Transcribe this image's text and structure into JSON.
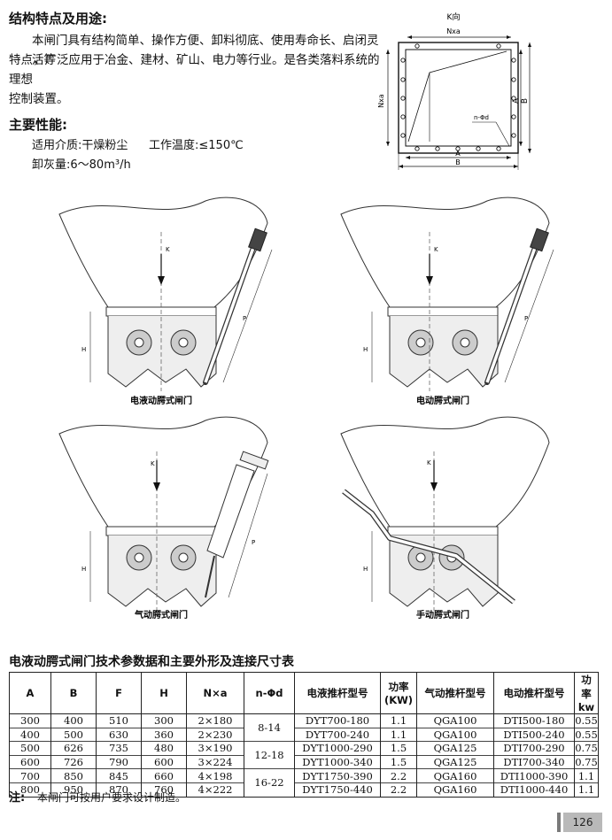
{
  "section1": {
    "title": "结构特点及用途:",
    "lines": [
      "本闸门具有结构简单、操作方便、卸料彻底、使用寿命长、启闭灵活等",
      "特点，广泛应用于冶金、建材、矿山、电力等行业。是各类落料系统的理想",
      "控制装置。"
    ]
  },
  "section2": {
    "title": "主要性能:",
    "medium": "适用介质:干燥粉尘",
    "temperature": "工作温度:≤150℃",
    "discharge": "卸灰量:6～80m³/h"
  },
  "topview": {
    "k_label": "K向",
    "nxa_top": "Nxa",
    "nxa_left": "Nxa",
    "a_right": "A",
    "b_right": "B",
    "a_bottom": "A",
    "b_bottom": "B",
    "hole_label": "n-Φd"
  },
  "diagrams": [
    {
      "caption": "电液动腭式闸门",
      "k": "K",
      "h": "H",
      "p": "P"
    },
    {
      "caption": "电动腭式闸门",
      "k": "K",
      "h": "H",
      "p": "P"
    },
    {
      "caption": "气动腭式闸门",
      "k": "K",
      "h": "H",
      "p": "P"
    },
    {
      "caption": "手动腭式闸门",
      "k": "K",
      "h": "H"
    }
  ],
  "table": {
    "title": "电液动腭式闸门技术参数据和主要外形及连接尺寸表",
    "headers": [
      "A",
      "B",
      "F",
      "H",
      "N×a",
      "n-Φd",
      "电液推杆型号",
      "功率(KW)",
      "气动推杆型号",
      "电动推杆型号",
      "功率kw"
    ],
    "rows": [
      [
        "300",
        "400",
        "510",
        "300",
        "2×180",
        "DYT700-180",
        "1.1",
        "QGA100",
        "DTI500-180",
        "0.55"
      ],
      [
        "400",
        "500",
        "630",
        "360",
        "2×230",
        "DYT700-240",
        "1.1",
        "QGA100",
        "DTI500-240",
        "0.55"
      ],
      [
        "500",
        "626",
        "735",
        "480",
        "3×190",
        "DYT1000-290",
        "1.5",
        "QGA125",
        "DTI700-290",
        "0.75"
      ],
      [
        "600",
        "726",
        "790",
        "600",
        "3×224",
        "DYT1000-340",
        "1.5",
        "QGA125",
        "DTI700-340",
        "0.75"
      ],
      [
        "700",
        "850",
        "845",
        "660",
        "4×198",
        "DYT1750-390",
        "2.2",
        "QGA160",
        "DTI1000-390",
        "1.1"
      ],
      [
        "800",
        "950",
        "870",
        "760",
        "4×222",
        "DYT1750-440",
        "2.2",
        "QGA160",
        "DTI1000-440",
        "1.1"
      ]
    ],
    "nphi_groups": [
      "8-14",
      "12-18",
      "16-22"
    ]
  },
  "note": {
    "label": "注:",
    "text": "本闸门可按用户要求设计制造。"
  },
  "page_number": "126"
}
